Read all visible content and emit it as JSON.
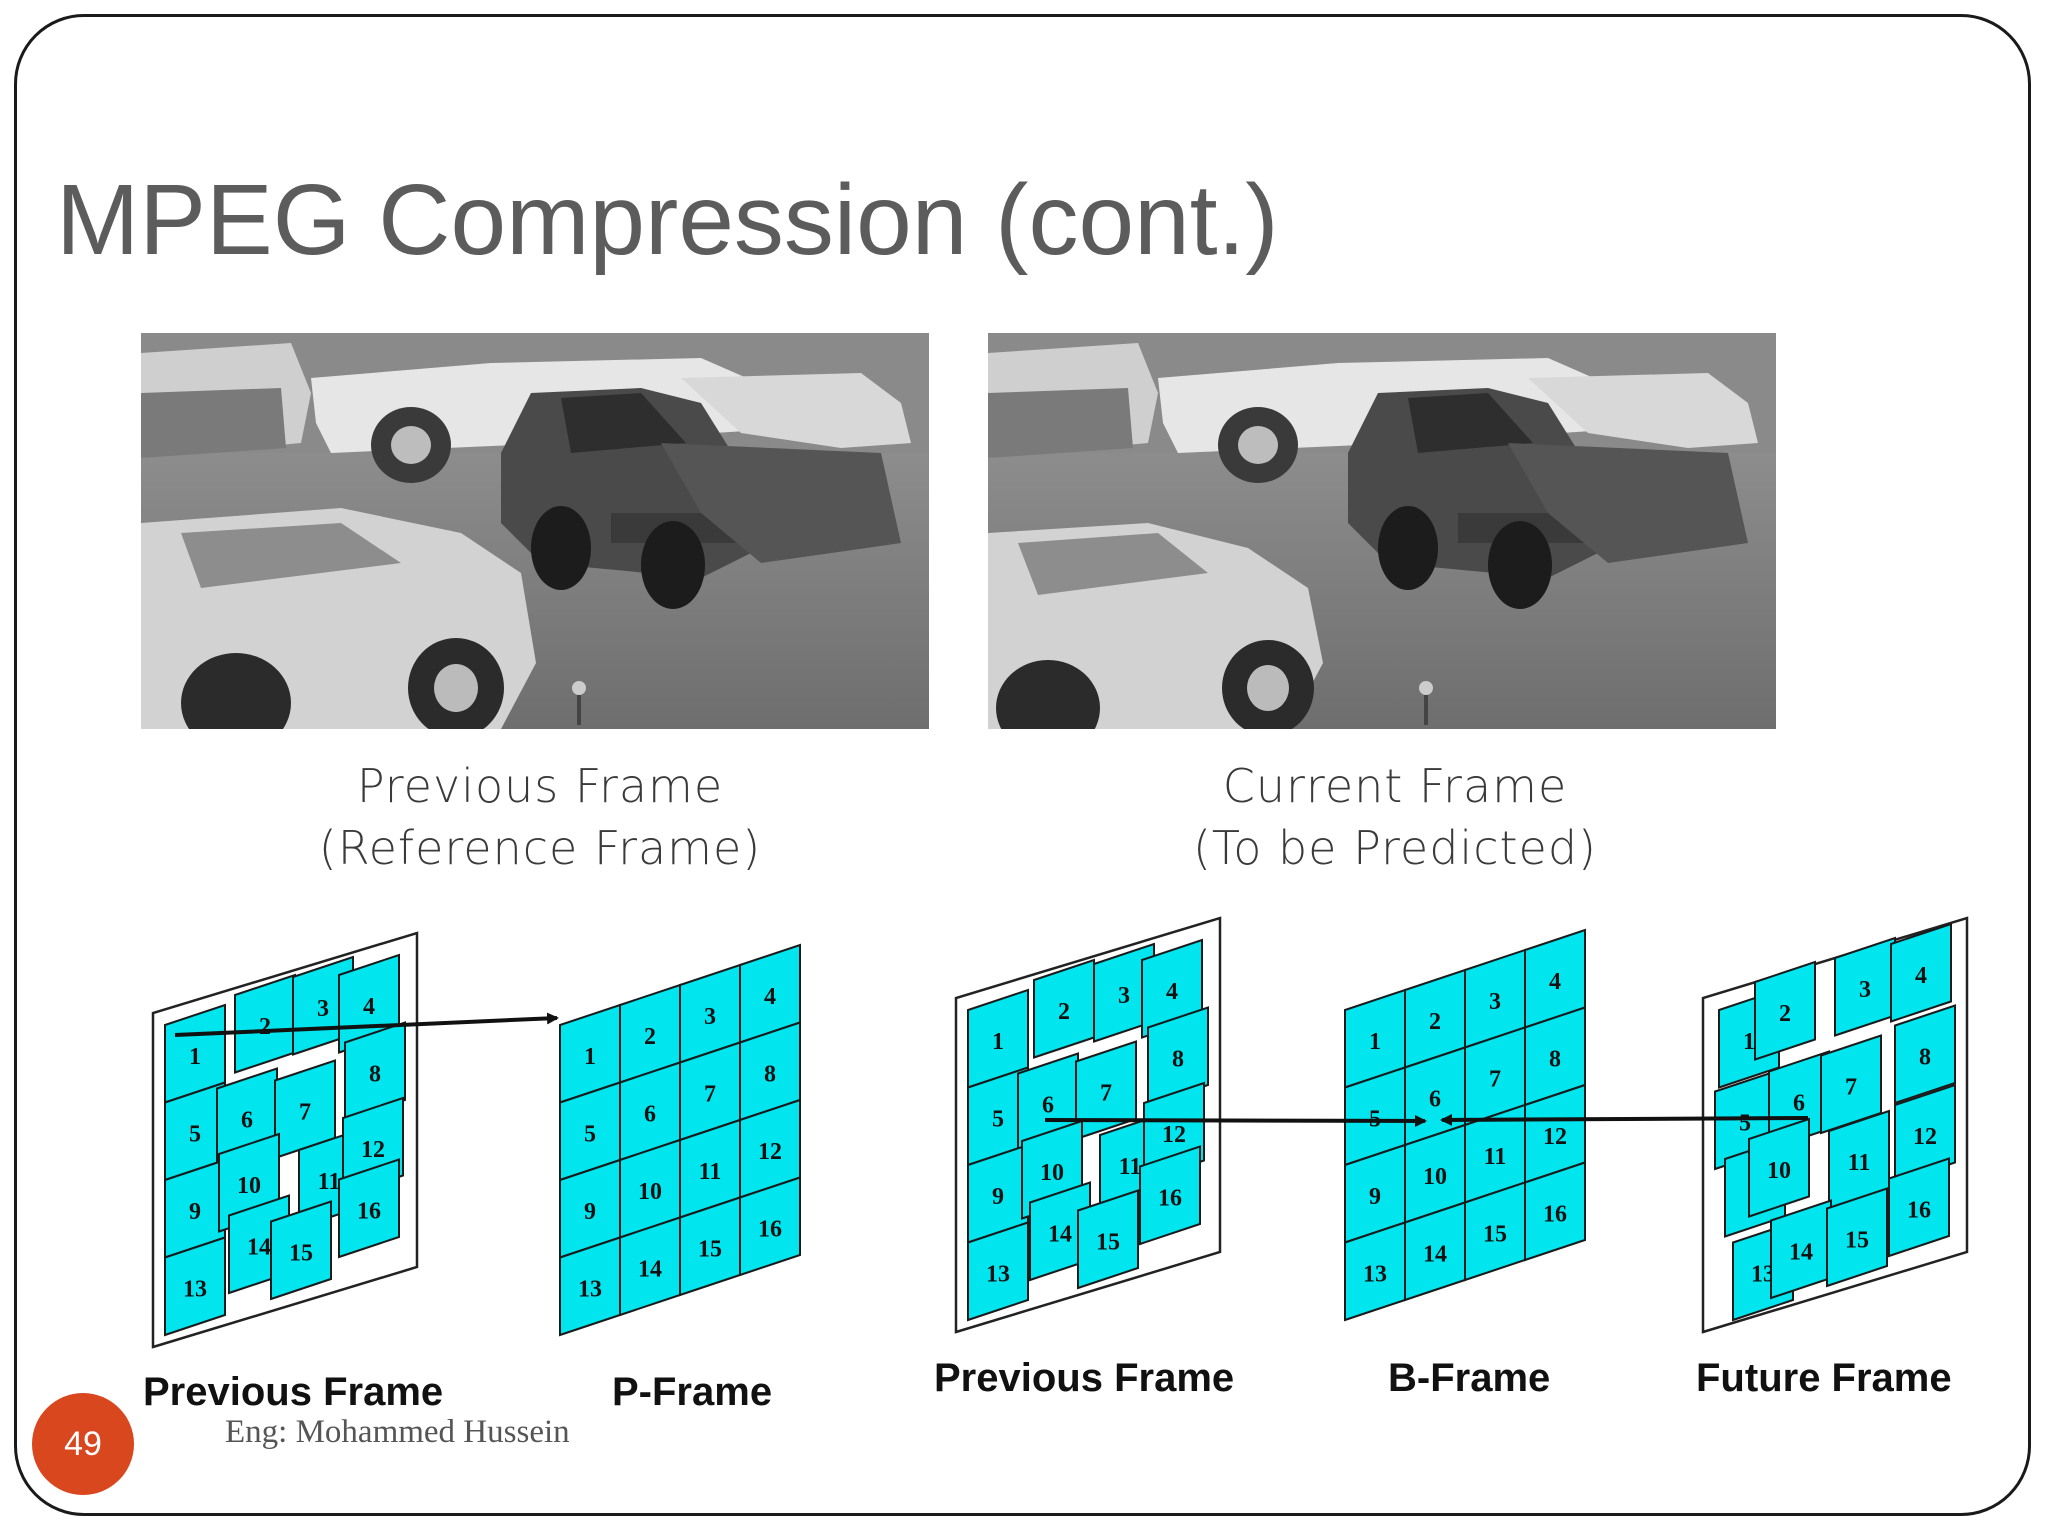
{
  "slide": {
    "title": "MPEG Compression (cont.)",
    "page_number": "49",
    "author": "Eng: Mohammed Hussein"
  },
  "photos": {
    "previous_caption_line1": "Previous Frame",
    "previous_caption_line2": "(Reference Frame)",
    "current_caption_line1": "Current Frame",
    "current_caption_line2": "(To be Predicted)"
  },
  "diagram": {
    "block_color": "#00e5ee",
    "block_numbers": [
      "1",
      "2",
      "3",
      "4",
      "5",
      "6",
      "7",
      "8",
      "9",
      "10",
      "11",
      "12",
      "13",
      "14",
      "15",
      "16"
    ],
    "labels": {
      "previous_frame_left": "Previous Frame",
      "p_frame": "P-Frame",
      "previous_frame_right": "Previous Frame",
      "b_frame": "B-Frame",
      "future_frame": "Future Frame"
    }
  },
  "colors": {
    "title": "#5c5c5c",
    "page_badge": "#d9471f",
    "block_fill": "#00e5ee"
  }
}
